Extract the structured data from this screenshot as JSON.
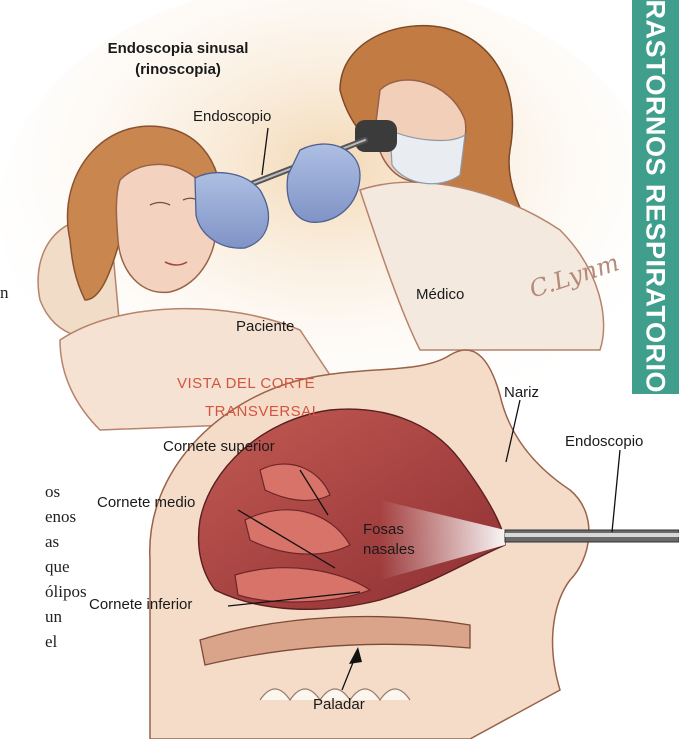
{
  "title": {
    "line1": "Endoscopia sinusal",
    "line2": "(rinoscopia)"
  },
  "side_tab": {
    "text": "TRASTORNOS RESPIRATORIOS",
    "color": "#3f9e8c"
  },
  "section_heading": {
    "line1": "VISTA DEL CORTE",
    "line2": "TRANSVERSAL",
    "color": "#d2553f"
  },
  "labels": {
    "endoscope_top": "Endoscopio",
    "doctor": "Médico",
    "patient": "Paciente",
    "nose": "Nariz",
    "endoscope_right": "Endoscopio",
    "superior_turbinate": "Cornete superior",
    "middle_turbinate": "Cornete medio",
    "inferior_turbinate": "Cornete inferior",
    "nasal_cavity_line1": "Fosas",
    "nasal_cavity_line2": "nasales",
    "palate": "Paladar"
  },
  "signature": "C.Lynm",
  "body_text_fragments": [
    "os",
    "enos",
    "as",
    "que",
    "ólipos",
    "un",
    "el",
    "n"
  ]
}
